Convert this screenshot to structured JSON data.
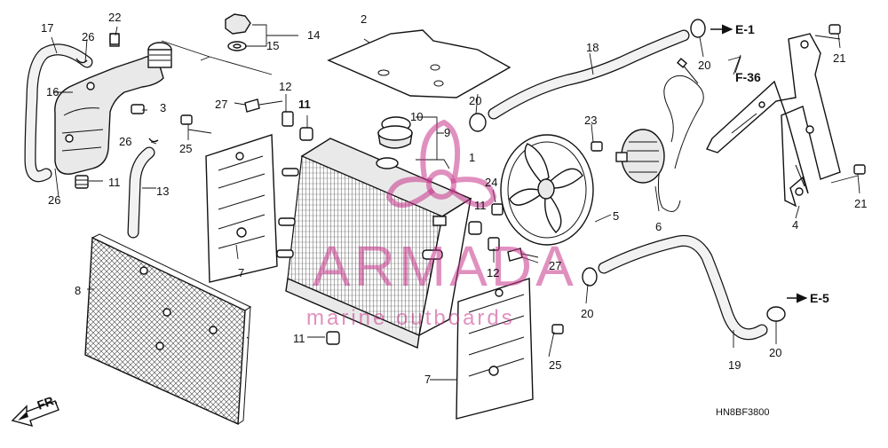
{
  "diagram": {
    "code": "HN8BF3800",
    "direction_label": "FR.",
    "watermark": {
      "brand": "ARMADA",
      "tagline": "marine outboards",
      "color": "#c7358a"
    },
    "references": [
      "E-1",
      "F-36",
      "E-5"
    ],
    "callouts": {
      "c1": "1",
      "c2": "2",
      "c3": "3",
      "c4": "4",
      "c5": "5",
      "c6": "6",
      "c7a": "7",
      "c7b": "7",
      "c8": "8",
      "c9": "9",
      "c10": "10",
      "c11a": "11",
      "c11b": "11",
      "c11c": "11",
      "c11d": "11",
      "c12a": "12",
      "c12b": "12",
      "c13": "13",
      "c14": "14",
      "c15": "15",
      "c16": "16",
      "c17": "17",
      "c18": "18",
      "c19": "19",
      "c20a": "20",
      "c20b": "20",
      "c20c": "20",
      "c20d": "20",
      "c21a": "21",
      "c21b": "21",
      "c22": "22",
      "c23": "23",
      "c24": "24",
      "c25a": "25",
      "c25b": "25",
      "c26a": "26",
      "c26b": "26",
      "c26c": "26",
      "c27a": "27",
      "c27b": "27"
    }
  }
}
